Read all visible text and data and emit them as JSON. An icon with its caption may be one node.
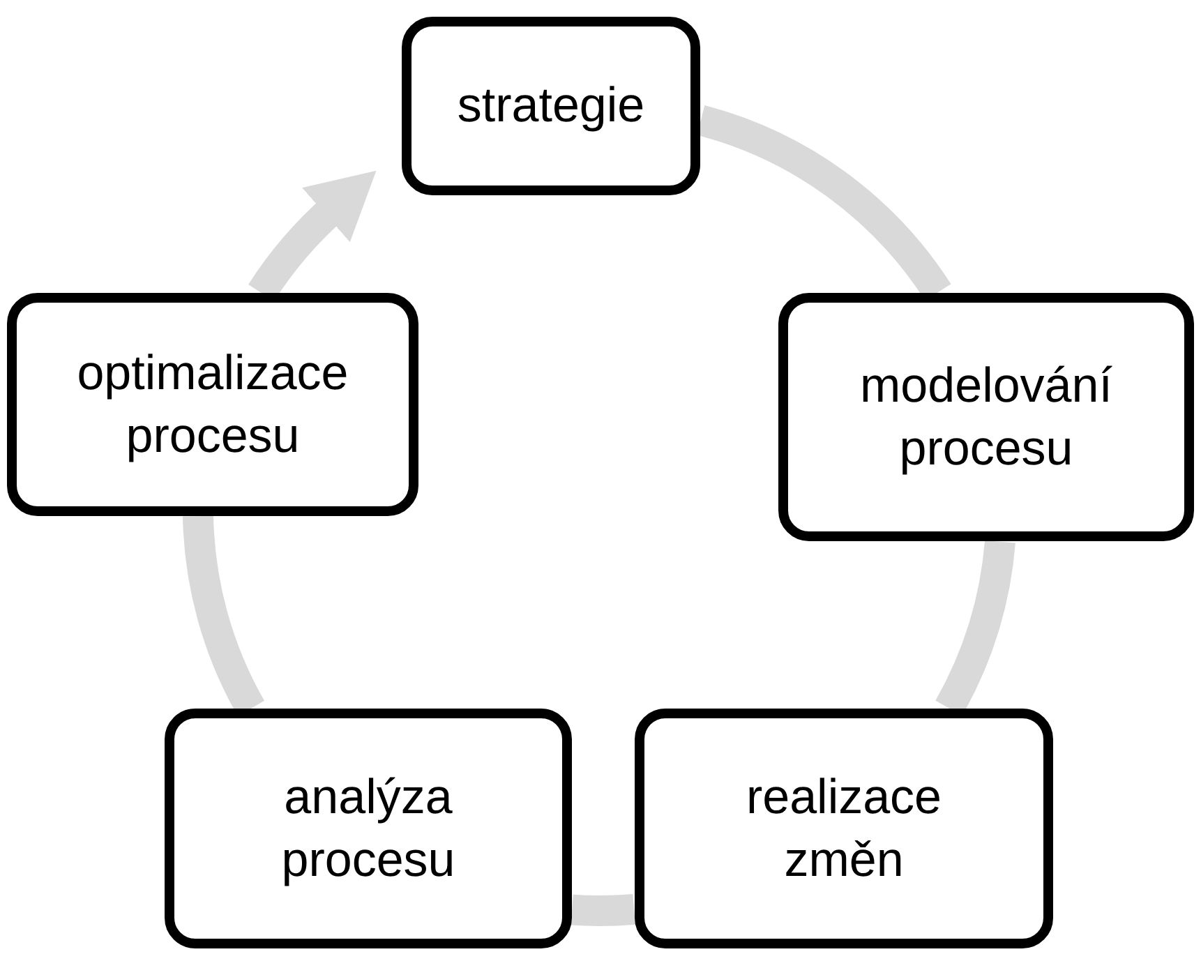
{
  "diagram": {
    "nodes": [
      {
        "text": [
          "strategie"
        ]
      },
      {
        "text": [
          "modelování procesu"
        ]
      },
      {
        "text": [
          "realizace změn"
        ]
      },
      {
        "text": [
          "analýza procesu"
        ]
      },
      {
        "text": [
          "optimalizace procesu"
        ]
      }
    ],
    "edges": [
      {
        "from": 0,
        "to": 1,
        "arrow": "none"
      },
      {
        "from": 1,
        "to": 2,
        "arrow": "none"
      },
      {
        "from": 2,
        "to": 3,
        "arrow": "none"
      },
      {
        "from": 3,
        "to": 4,
        "arrow": "none"
      },
      {
        "from": 4,
        "to": 0,
        "arrow": "to"
      }
    ]
  }
}
